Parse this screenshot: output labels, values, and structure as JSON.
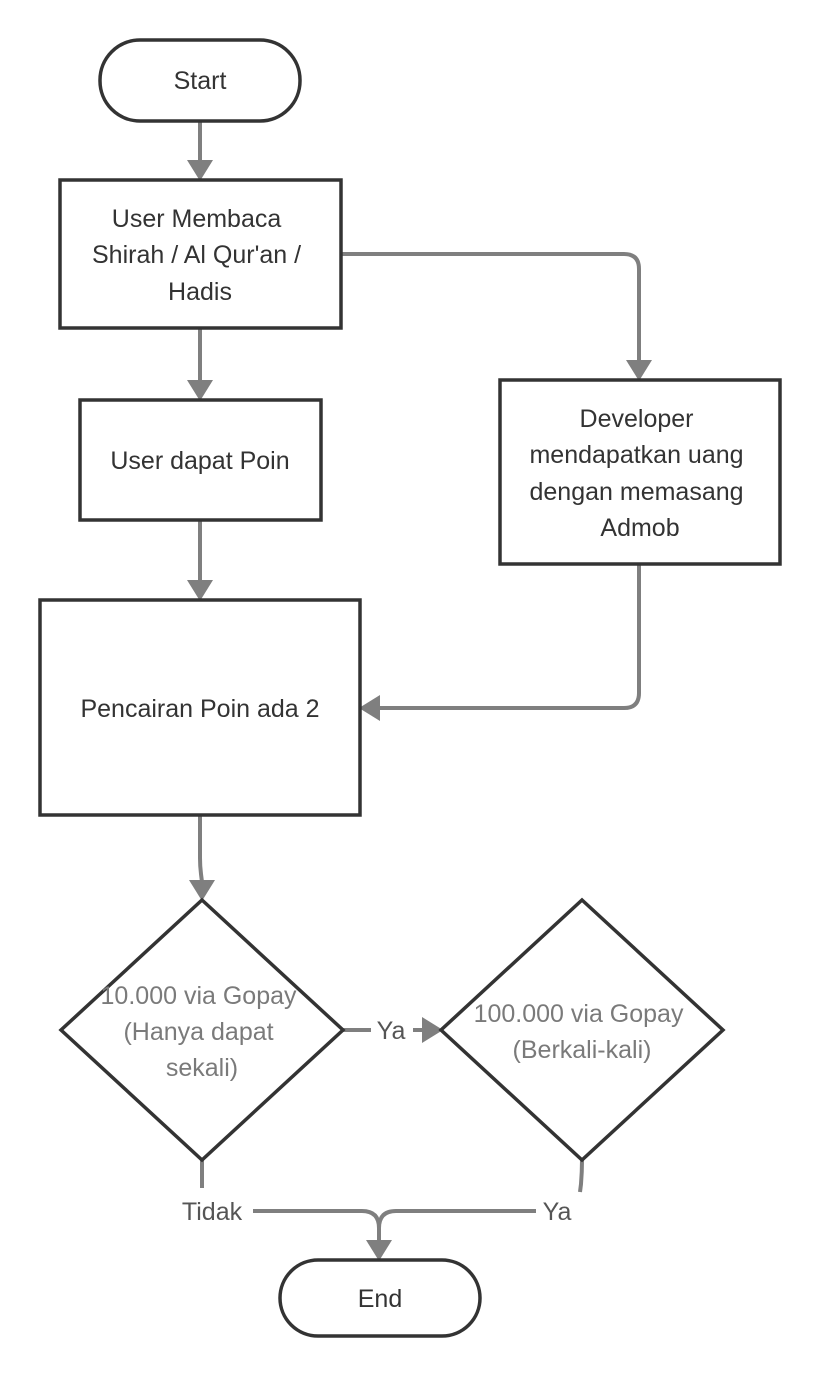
{
  "colors": {
    "shape_stroke": "#333333",
    "edge": "#7f7f7f",
    "text": "#333333",
    "decision_text": "#7a7a7a"
  },
  "nodes": {
    "start": {
      "lines": [
        "Start"
      ]
    },
    "baca": {
      "lines": [
        "User Membaca",
        "Shirah / Al Qur'an /",
        "Hadis"
      ]
    },
    "poin": {
      "lines": [
        "User dapat Poin"
      ]
    },
    "developer": {
      "lines": [
        "Developer",
        "mendapatkan uang",
        "dengan memasang",
        "Admob"
      ]
    },
    "pencairan": {
      "lines": [
        "Pencairan Poin ada 2"
      ]
    },
    "gopay10": {
      "lines": [
        "10.000 via Gopay",
        "(Hanya dapat",
        "sekali)"
      ]
    },
    "gopay100": {
      "lines": [
        "100.000 via Gopay",
        "(Berkali-kali)"
      ]
    },
    "end": {
      "lines": [
        "End"
      ]
    }
  },
  "edge_labels": {
    "ya_right": "Ya",
    "tidak": "Tidak",
    "ya_bottom": "Ya"
  }
}
